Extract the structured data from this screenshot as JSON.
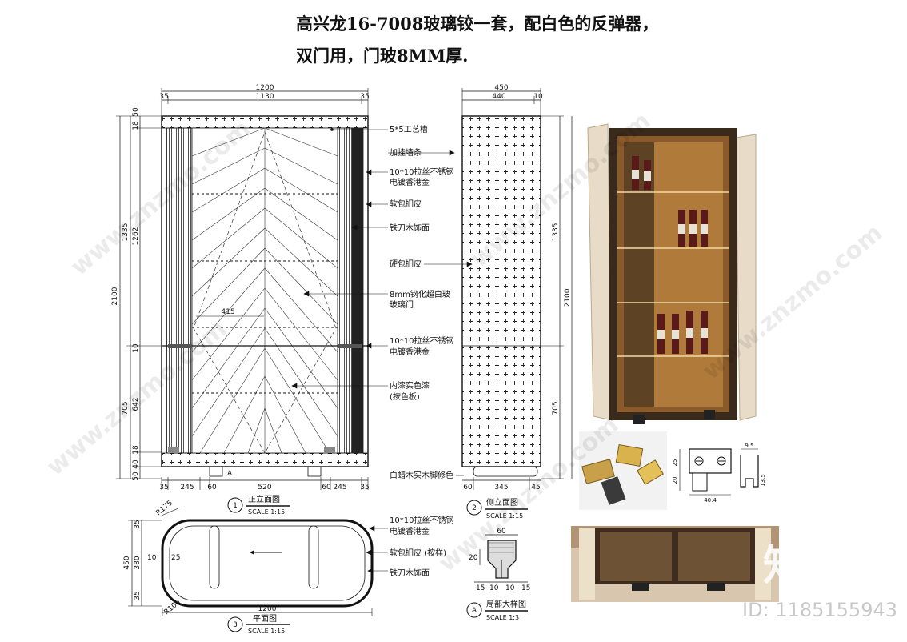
{
  "title_line1": "高兴龙16-7008玻璃铰一套，配白色的反弹器，",
  "title_line2": "双门用，门玻8MM厚.",
  "front_dims": {
    "top_total": "1200",
    "top_inner": "1130",
    "top_left": "35",
    "top_right": "35",
    "left_total": "2100",
    "left_upper": "1335",
    "left_lower": "705",
    "left_1262": "1262",
    "left_642": "642",
    "left_18a": "18",
    "left_18b": "18",
    "left_50a": "50",
    "left_50b": "50",
    "left_40": "40",
    "left_10": "10",
    "mid_415": "415",
    "bot_35a": "35",
    "bot_245a": "245",
    "bot_60a": "60",
    "bot_520": "520",
    "bot_60b": "60",
    "bot_245b": "245",
    "bot_35b": "35",
    "marker_a": "A"
  },
  "annotations": [
    "5*5工艺槽",
    "加挂墙条",
    "10*10拉丝不锈钢",
    "电镀香港金",
    "软包扪皮",
    "铁刀木饰面",
    "硬包扪皮",
    "8mm钢化超白玻",
    "玻璃门",
    "10*10拉丝不锈钢",
    "电镀香港金",
    "内漆实色漆",
    "(按色板)",
    "白蜡木实木脚修色"
  ],
  "side_dims": {
    "top_total": "450",
    "top_inner": "440",
    "top_right": "10",
    "right_total": "2100",
    "right_upper": "1335",
    "right_lower": "705",
    "bot_60": "60",
    "bot_345": "345",
    "bot_45": "45"
  },
  "plan_annotations": [
    "10*10拉丝不锈钢",
    "电镀香港金",
    "软包扪皮 (按样)",
    "铁刀木饰面"
  ],
  "plan_dims": {
    "r": "R175",
    "r2": "R100",
    "left_total": "450",
    "left_380": "380",
    "left_35a": "35",
    "left_35b": "35",
    "in_10": "10",
    "in_25": "25",
    "bottom": "1200"
  },
  "detail_dims": {
    "top": "60",
    "left": "20",
    "b1": "15",
    "b2": "10",
    "b3": "10",
    "b4": "15"
  },
  "views": [
    {
      "num": "1",
      "name": "正立面图",
      "scale": "SCALE 1:15"
    },
    {
      "num": "2",
      "name": "侧立面图",
      "scale": "SCALE 1:15"
    },
    {
      "num": "3",
      "name": "平面图",
      "scale": "SCALE 1:15"
    },
    {
      "num": "A",
      "name": "局部大样图",
      "scale": "SCALE 1:3"
    }
  ],
  "hinge_dims": {
    "a": "9.5",
    "b": "25",
    "c": "20",
    "d": "40.4",
    "e": "13.5"
  },
  "watermark": "www.znzmo.com",
  "brand": "知末",
  "id_text": "ID: 1185155943"
}
